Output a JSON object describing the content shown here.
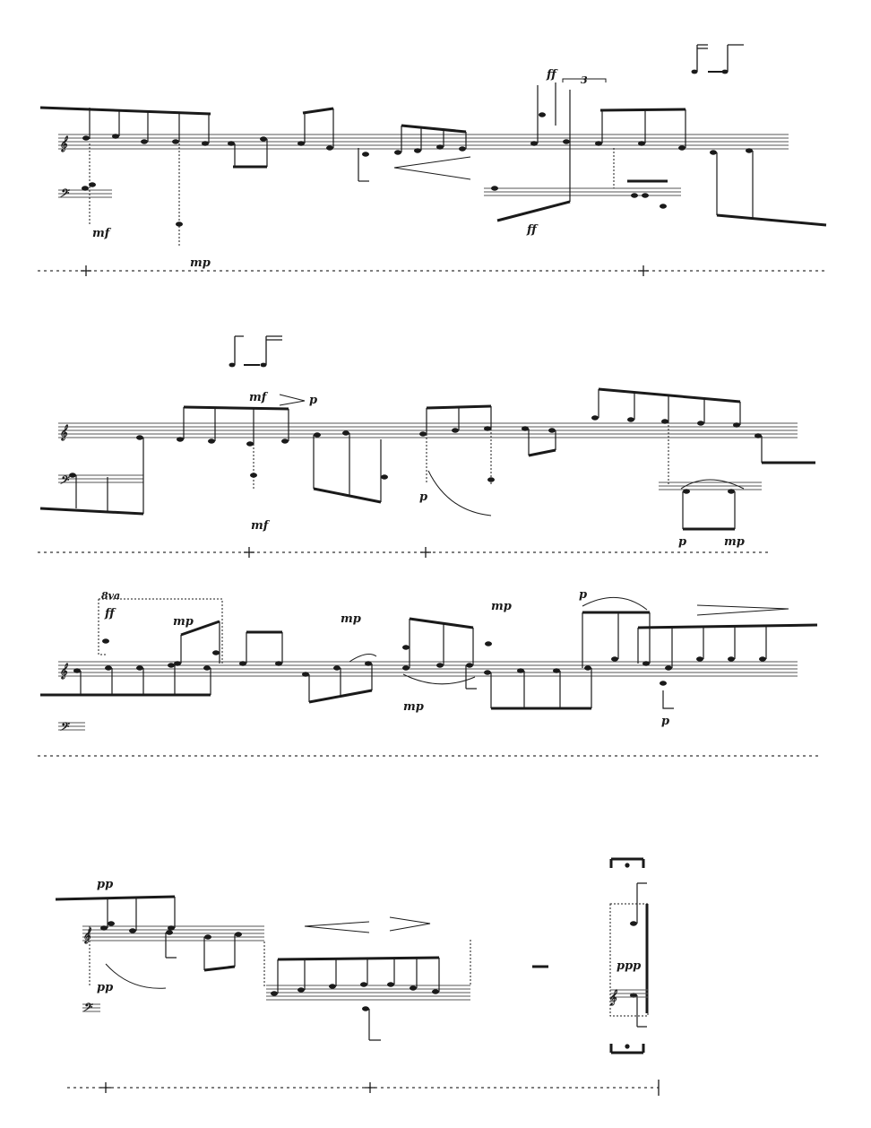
{
  "systems": [
    {
      "id": "system-1",
      "dynamics": [
        "ff",
        "ff",
        "mf",
        "mp"
      ],
      "tuplet": "3"
    },
    {
      "id": "system-2",
      "dynamics": [
        "mf",
        "p",
        "mf",
        "p",
        "p",
        "mp"
      ]
    },
    {
      "id": "system-3",
      "dynamics": [
        "ff",
        "mp",
        "mp",
        "mp",
        "mp",
        "p",
        "p"
      ],
      "ottava": "8va"
    },
    {
      "id": "system-4",
      "dynamics": [
        "pp",
        "pp",
        "ppp"
      ]
    }
  ]
}
